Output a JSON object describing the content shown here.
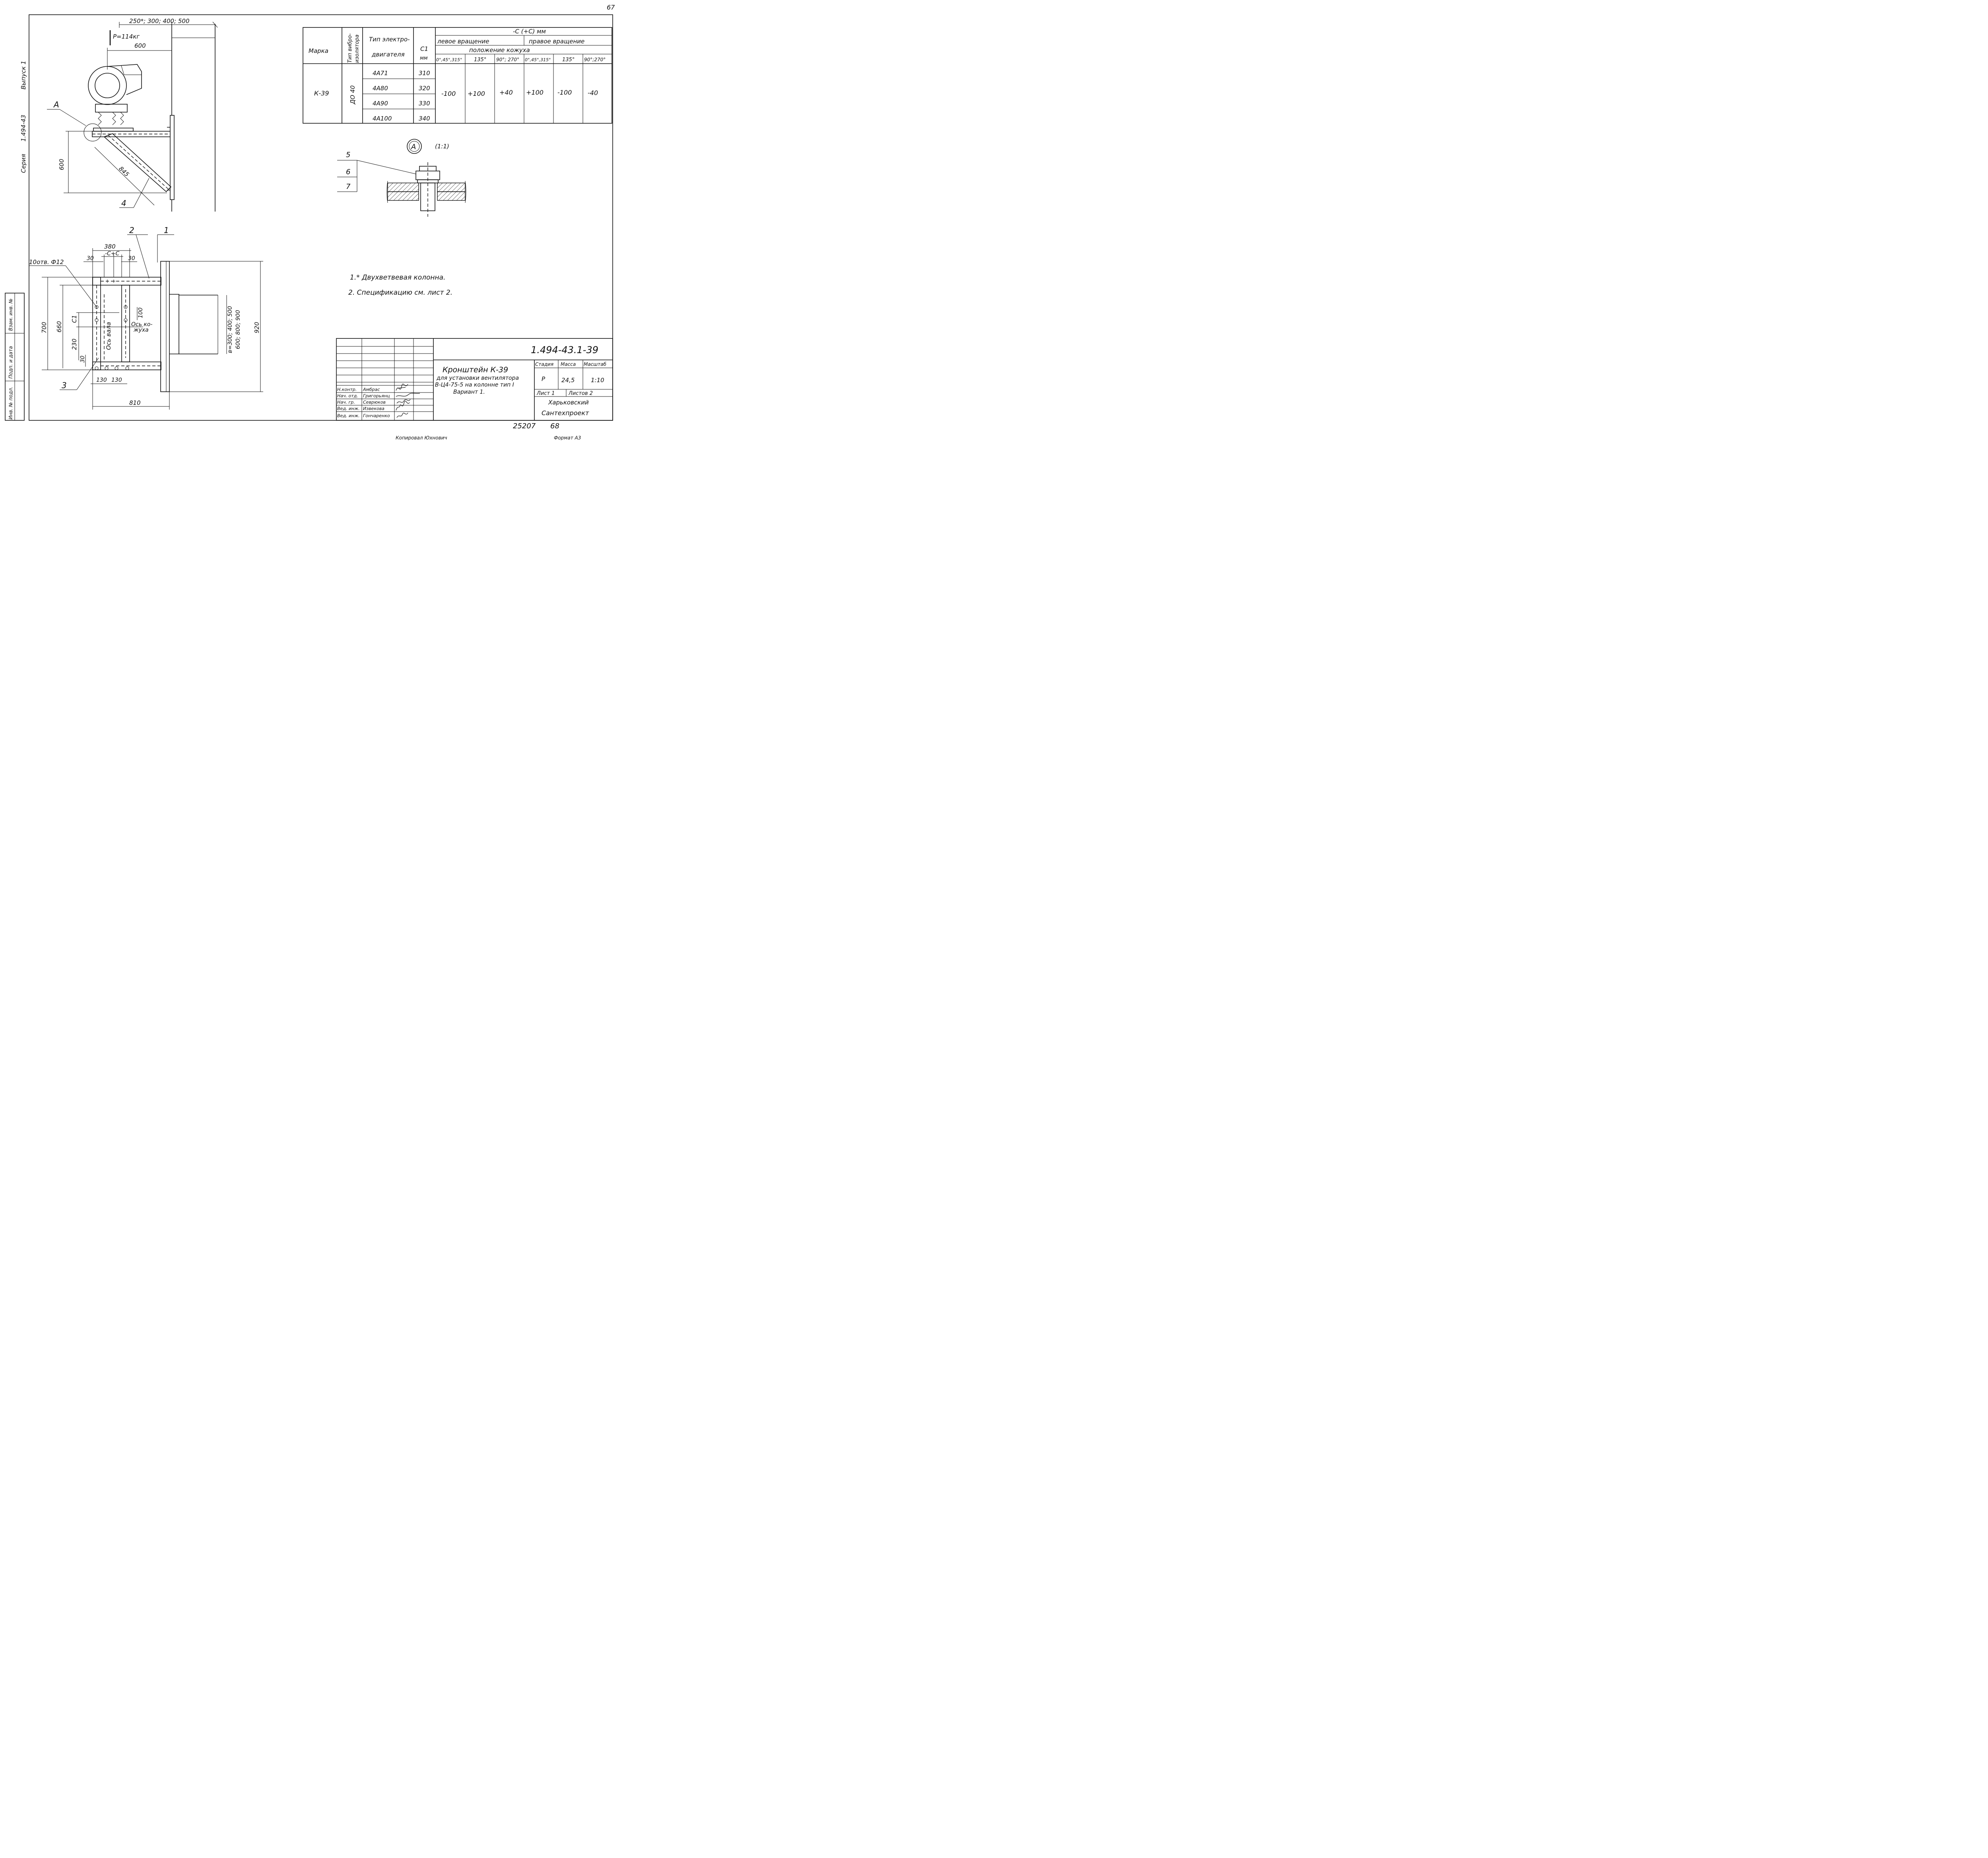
{
  "page_number": "67",
  "margin": {
    "vypusk": "Выпуск 1",
    "code": "1.494-43",
    "seria": "Серия",
    "stamp_labels": [
      "Инв. № подл.",
      "Подп. и дата",
      "Взам. инв. №"
    ]
  },
  "side_view": {
    "dim_top": "250*; 300; 400; 500",
    "load": "P=114кг",
    "dim_600_h": "600",
    "callout_a": "А",
    "dim_600_v": "600",
    "dim_845": "845",
    "pos_4": "4"
  },
  "plan_view": {
    "pos_2": "2",
    "pos_1": "1",
    "pos_3": "3",
    "dim_380": "380",
    "dim_30_left": "30",
    "dim_c": "-С+С",
    "dim_30_right": "30",
    "holes": "10отв. Ф12",
    "dim_700": "700",
    "dim_660": "660",
    "dim_c1": "С1",
    "dim_230": "230",
    "dim_30_bottom": "30",
    "axis_shaft": "Ось вала",
    "axis_casing": "Ось ко-\nжуха",
    "dim_100": "100",
    "dim_130_a": "130",
    "dim_130_b": "130",
    "dim_810": "810",
    "dim_b": "в=300; 400; 500",
    "dim_b2": "600; 800; 900",
    "dim_920": "920"
  },
  "table": {
    "headers": {
      "marka": "Марка",
      "vibro": "Тип вибро-\nизолятора",
      "motor_1": "Тип электро-",
      "motor_2": "двигателя",
      "c1": "С1",
      "c1_unit": "мм",
      "c_group": "-С (+С) мм",
      "left_rot": "левое вращение",
      "right_rot": "правое вращение",
      "casing_pos": "положение кожуха",
      "angles": [
        "0°,45°,315°",
        "135°",
        "90°; 270°",
        "0°,45°,315°",
        "135°",
        "90°;270°"
      ]
    },
    "row": {
      "marka": "К-39",
      "vibro": "ДО 40",
      "motors": [
        "4А71",
        "4А80",
        "4А90",
        "4А100"
      ],
      "c1_values": [
        "310",
        "320",
        "330",
        "340"
      ],
      "c_values": [
        "-100",
        "+100",
        "+40",
        "+100",
        "-100",
        "-40"
      ]
    }
  },
  "detail": {
    "label": "А",
    "scale": "(1:1)",
    "items": [
      "5",
      "6",
      "7"
    ]
  },
  "notes": [
    "1.* Двухветвевая колонна.",
    "2. Спецификацию см. лист 2."
  ],
  "title_block": {
    "doc_code": "1.494-43.1-39",
    "title": "Кронштейн К-39",
    "subtitle_1": "для установки вентилятора",
    "subtitle_2": "В-Ц4-75-5 на колонне тип I",
    "subtitle_3": "Вариант 1.",
    "stadia_label": "Стадия",
    "massa_label": "Масса",
    "masshtab_label": "Масштаб",
    "stadia": "Р",
    "massa": "24,5",
    "masshtab": "1:10",
    "list_label": "Лист 1",
    "listov_label": "Листов 2",
    "org_1": "Харьковский",
    "org_2": "Сантехпроект",
    "roles": [
      "Н.контр.",
      "Нач. отд.",
      "Нач. гр.",
      "Вед. инж.",
      "Вед. инж."
    ],
    "names": [
      "Амбрас",
      "Григорьянц",
      "Севрюков",
      "Извекова",
      "Гончаренко"
    ]
  },
  "footer": {
    "order": "25207",
    "sheet": "68",
    "copied": "Копировал Юхнович",
    "format": "Формат А3"
  }
}
